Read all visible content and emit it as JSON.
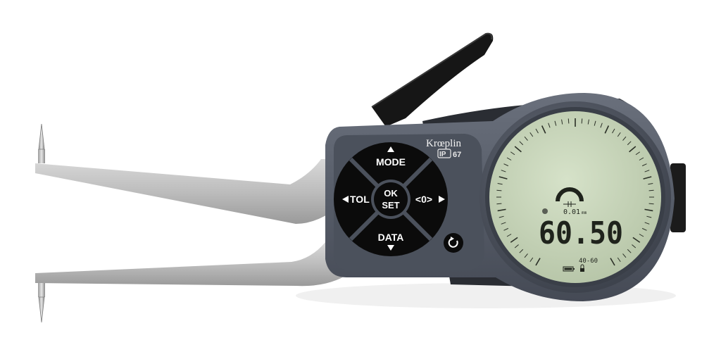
{
  "brand": "Krœplin",
  "rating": {
    "ip_label": "IP",
    "ip_number": "67"
  },
  "buttons": {
    "mode": "MODE",
    "tol": "TOL",
    "ok": "OK",
    "set": "SET",
    "zero": "<0>",
    "data": "DATA"
  },
  "display": {
    "reading": "60.50",
    "resolution_value": "0.01",
    "resolution_unit": "mm",
    "range": "40-60"
  },
  "colors": {
    "body": "#565c68",
    "face_plate": "#454a54",
    "lcd": "#c9d7bb",
    "arm": "#bcbcbc",
    "lever": "#1a1a1a",
    "buttons": "#0c0c0c"
  },
  "icons": [
    "up-arrow-icon",
    "down-arrow-icon",
    "left-arrow-icon",
    "right-arrow-icon",
    "reset-icon",
    "battery-icon",
    "lock-icon",
    "analog-arc-icon",
    "ip-badge-icon"
  ]
}
